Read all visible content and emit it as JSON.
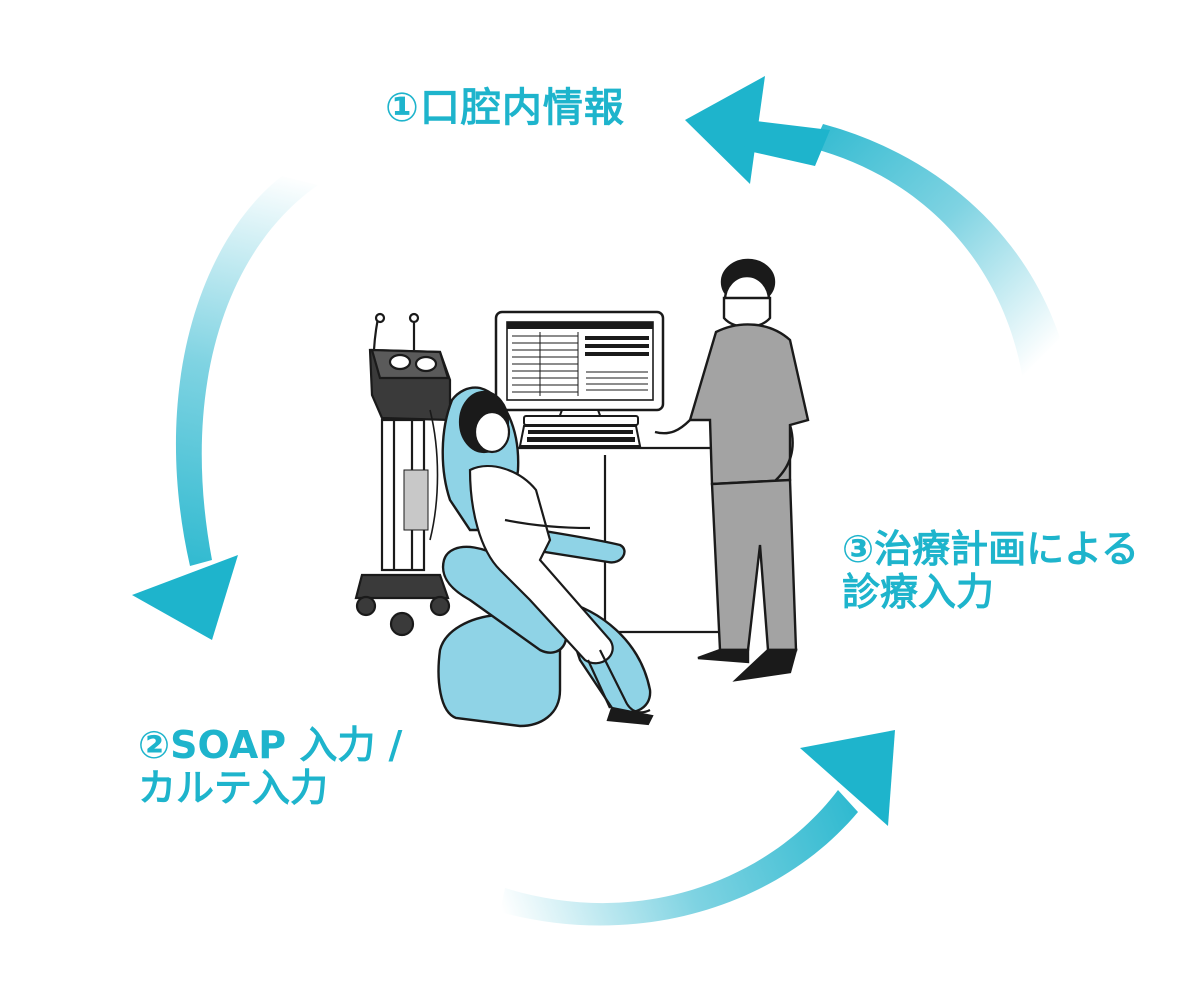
{
  "steps": [
    {
      "lines": [
        "①口腔内情報"
      ]
    },
    {
      "lines": [
        "②SOAP 入力 /",
        "カルテ入力"
      ]
    },
    {
      "lines": [
        "③治療計画による",
        "診療入力"
      ]
    }
  ],
  "colors": {
    "accent": "#1eb4cc",
    "arrow_fade": "#ffffff",
    "patient_chair": "#8fd3e6",
    "doctor_uniform": "#a3a3a3",
    "outline": "#1a1a1a"
  },
  "icons": [
    "cycle-arrow-icon",
    "dental-unit-icon",
    "dental-chair-icon",
    "patient-icon",
    "doctor-icon",
    "monitor-icon",
    "keyboard-icon"
  ]
}
